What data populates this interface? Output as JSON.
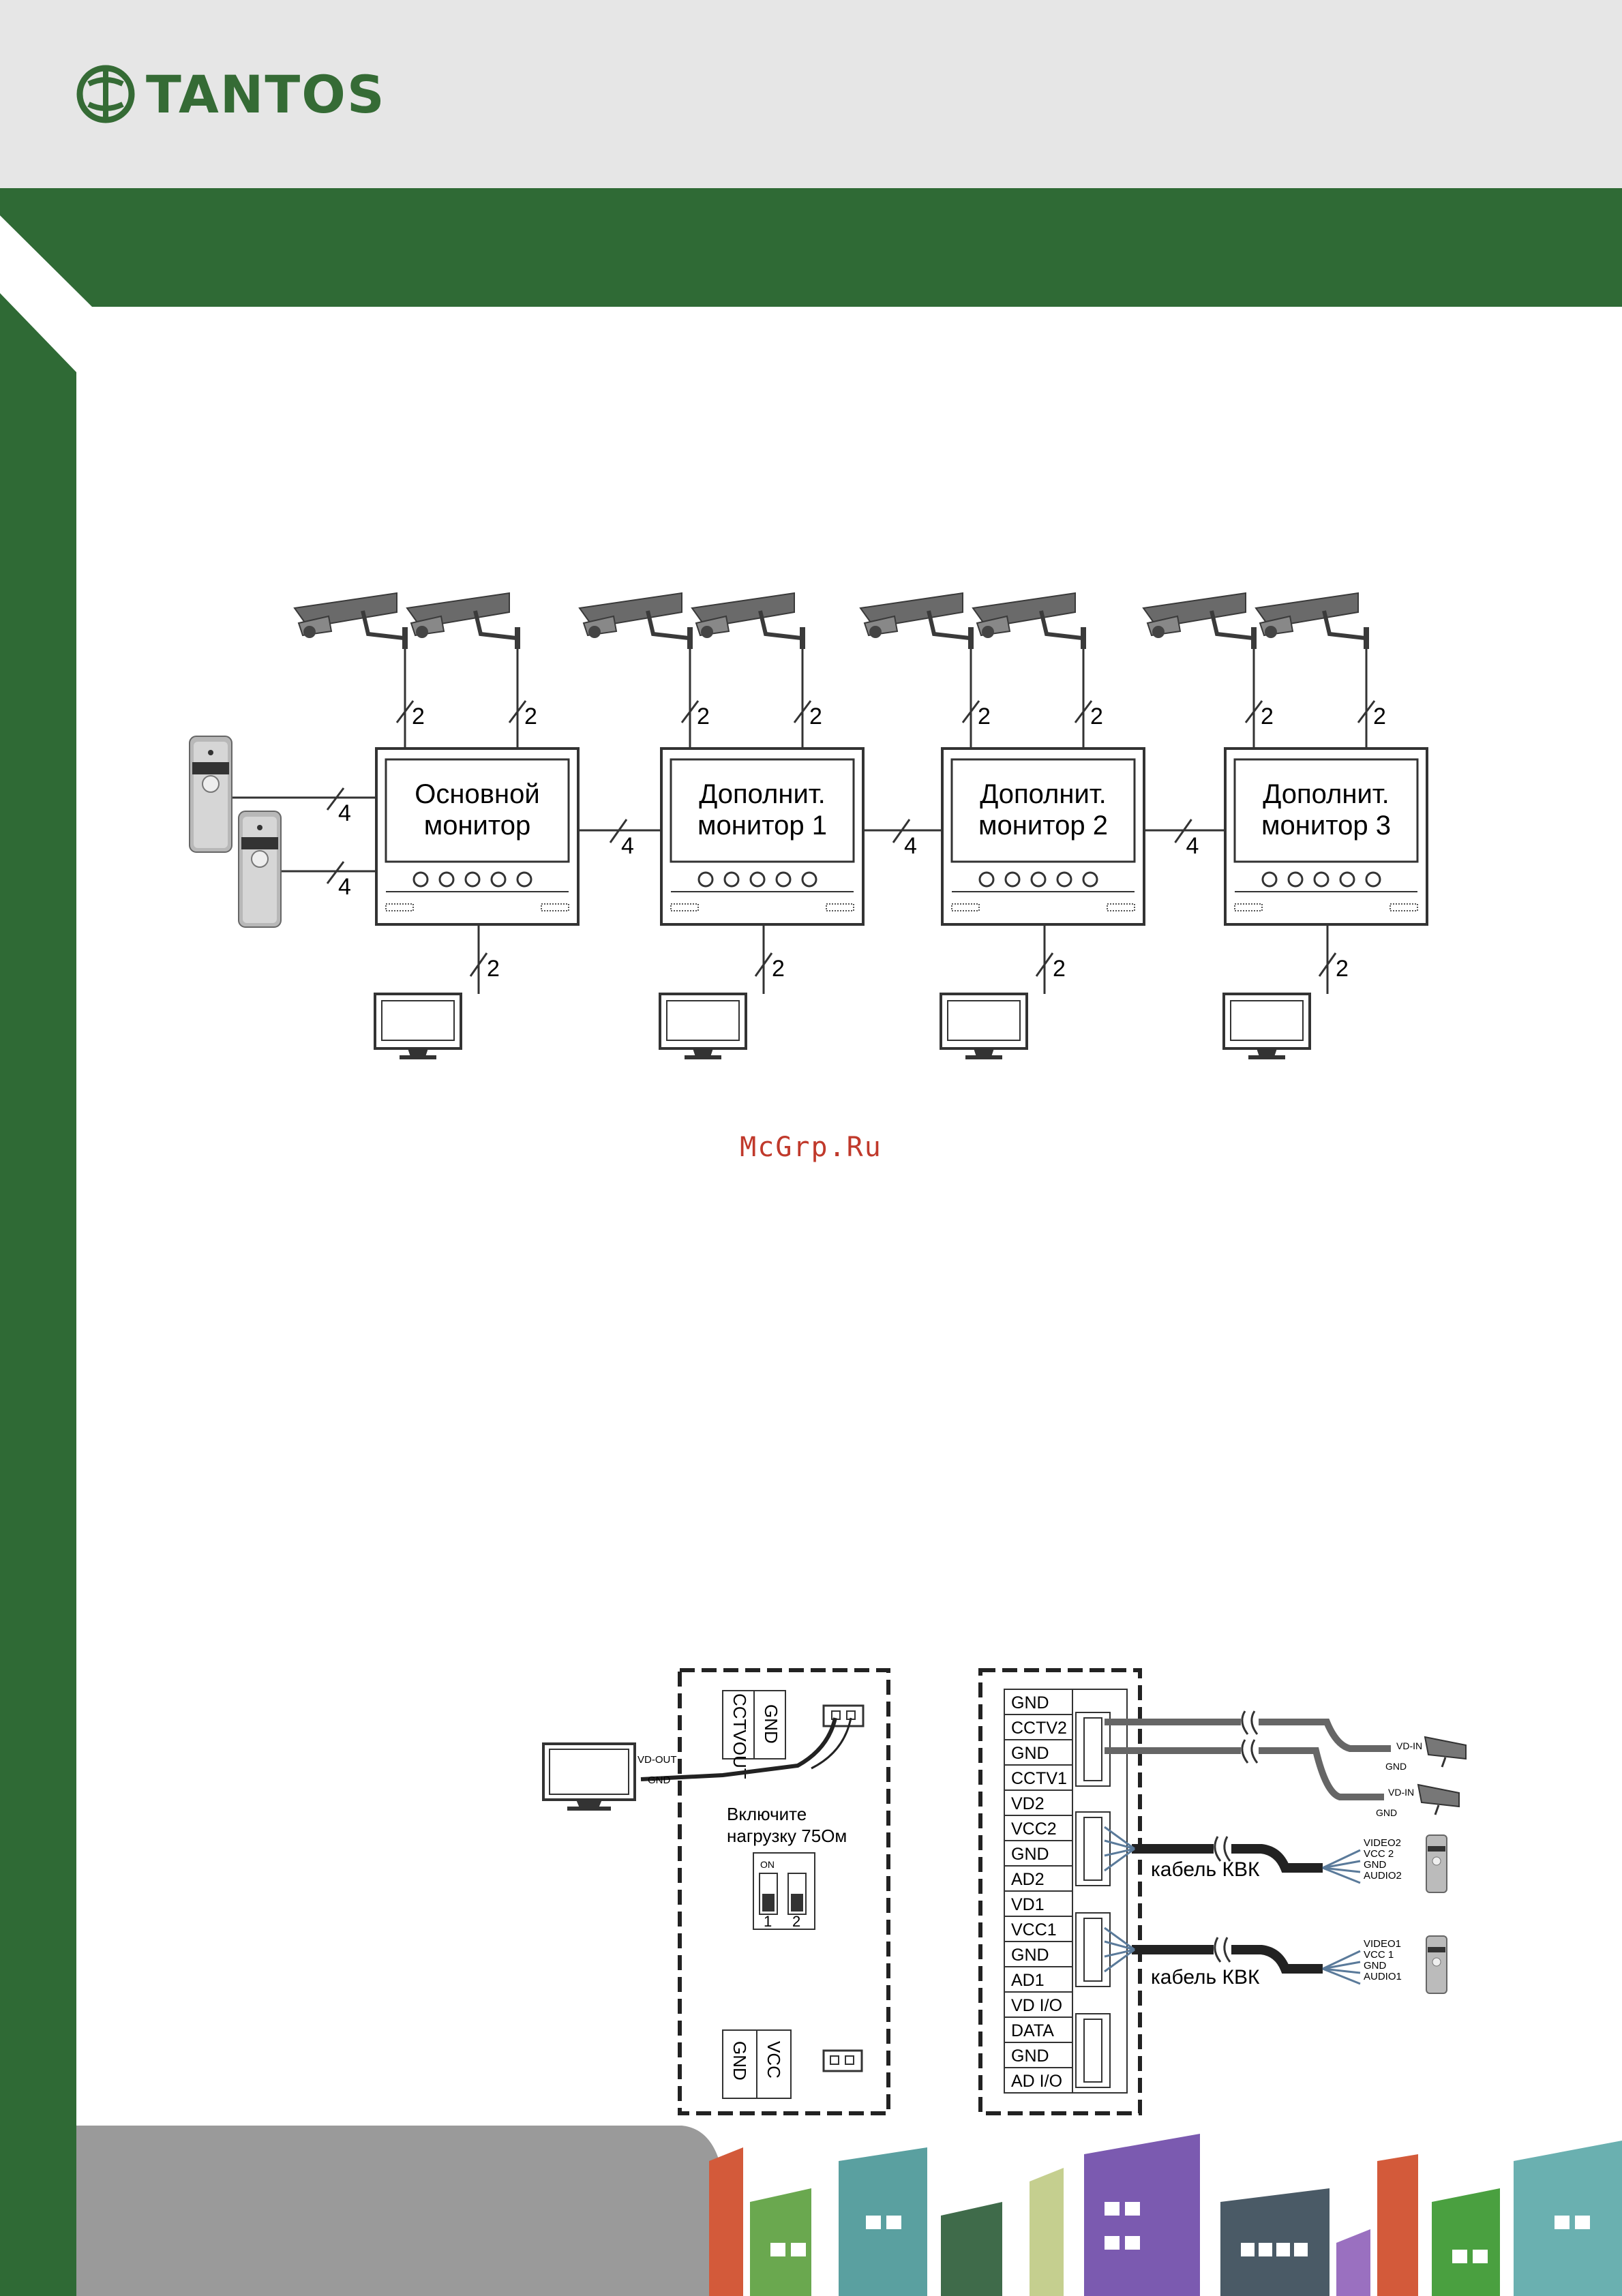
{
  "brand": {
    "name": "TANTOS",
    "green": "#2f6a35",
    "dark_green": "#245a2c",
    "header_gray": "#e6e6e6"
  },
  "watermark": "McGrp.Ru",
  "diagram1": {
    "monitors": [
      {
        "line1": "Основной",
        "line2": "монитор"
      },
      {
        "line1": "Дополнит.",
        "line2": "монитор 1"
      },
      {
        "line1": "Дополнит.",
        "line2": "монитор 2"
      },
      {
        "line1": "Дополнит.",
        "line2": "монитор 3"
      }
    ],
    "camera_wire_label": "2",
    "bus_wire_label": "4",
    "panel_wire_label": "4",
    "display_wire_label": "2"
  },
  "diagram2": {
    "left_board": {
      "gnd": "GND",
      "cctvout": "CCTVOUT",
      "load_line1": "Включите",
      "load_line2": "нагрузку 75Ом",
      "dip_on": "ON",
      "dip_1": "1",
      "dip_2": "2",
      "gnd_bottom": "GND",
      "vcc_bottom": "VCC",
      "vd_out": "VD-OUT",
      "vd_gnd": "GND"
    },
    "right_board": {
      "terminals": [
        "GND",
        "CCTV2",
        "GND",
        "CCTV1",
        "VD2",
        "VCC2",
        "GND",
        "AD2",
        "VD1",
        "VCC1",
        "GND",
        "AD1",
        "VD I/O",
        "DATA",
        "GND",
        "AD I/O"
      ]
    },
    "cameras": [
      {
        "vd": "VD-IN",
        "gnd": "GND"
      },
      {
        "vd": "VD-IN",
        "gnd": "GND"
      }
    ],
    "cable_label": "кабель КВК",
    "panel2_wires": [
      "VIDEO2",
      "VCC 2",
      "GND",
      "AUDIO2"
    ],
    "panel1_wires": [
      "VIDEO1",
      "VCC 1",
      "GND",
      "AUDIO1"
    ]
  }
}
